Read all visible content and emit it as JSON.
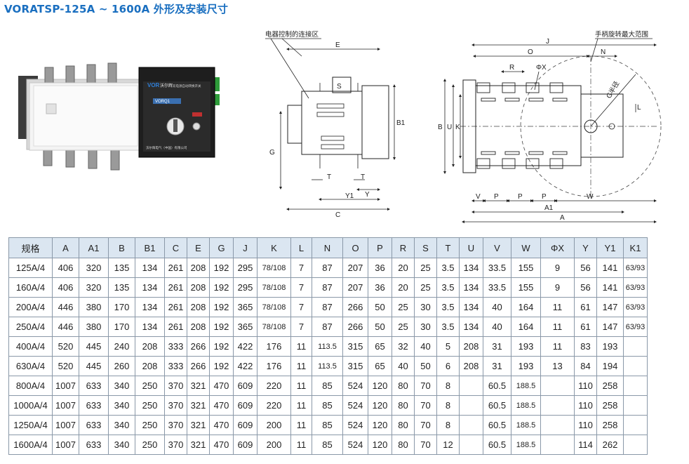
{
  "title": "VORATSP-125A ~ 1600A 外形及安装尺寸",
  "photo": {
    "brand": "VOR",
    "brand_cn": "沃尔辉",
    "model_text": "VORQ1",
    "panel_text": "双电源自动转换开关",
    "company_text": "沃尔辉电气（中国）有限公司"
  },
  "drawing_left": {
    "annotation": "电器控制的连接区",
    "labels": {
      "E": "E",
      "S": "S",
      "B1": "B1",
      "G": "G",
      "T1": "T",
      "T2": "T",
      "Y": "Y",
      "Y1": "Y1",
      "C": "C"
    }
  },
  "drawing_right": {
    "annotation": "手柄旋转最大范围",
    "labels": {
      "J": "J",
      "O": "O",
      "N": "N",
      "R": "R",
      "PhiX": "ΦX",
      "Gradius": "G半径",
      "L": "L",
      "B": "B",
      "U": "U",
      "K": "K",
      "V": "V",
      "P1": "P",
      "P2": "P",
      "P3": "P",
      "W": "W",
      "A1": "A1",
      "A": "A"
    }
  },
  "table": {
    "headers": [
      "规格",
      "A",
      "A1",
      "B",
      "B1",
      "C",
      "E",
      "G",
      "J",
      "K",
      "L",
      "N",
      "O",
      "P",
      "R",
      "S",
      "T",
      "U",
      "V",
      "W",
      "ΦX",
      "Y",
      "Y1",
      "K1"
    ],
    "rows": [
      [
        "125A/4",
        "406",
        "320",
        "135",
        "134",
        "261",
        "208",
        "192",
        "295",
        "78/108",
        "7",
        "87",
        "207",
        "36",
        "20",
        "25",
        "3.5",
        "134",
        "33.5",
        "155",
        "9",
        "56",
        "141",
        "63/93"
      ],
      [
        "160A/4",
        "406",
        "320",
        "135",
        "134",
        "261",
        "208",
        "192",
        "295",
        "78/108",
        "7",
        "87",
        "207",
        "36",
        "20",
        "25",
        "3.5",
        "134",
        "33.5",
        "155",
        "9",
        "56",
        "141",
        "63/93"
      ],
      [
        "200A/4",
        "446",
        "380",
        "170",
        "134",
        "261",
        "208",
        "192",
        "365",
        "78/108",
        "7",
        "87",
        "266",
        "50",
        "25",
        "30",
        "3.5",
        "134",
        "40",
        "164",
        "11",
        "61",
        "147",
        "63/93"
      ],
      [
        "250A/4",
        "446",
        "380",
        "170",
        "134",
        "261",
        "208",
        "192",
        "365",
        "78/108",
        "7",
        "87",
        "266",
        "50",
        "25",
        "30",
        "3.5",
        "134",
        "40",
        "164",
        "11",
        "61",
        "147",
        "63/93"
      ],
      [
        "400A/4",
        "520",
        "445",
        "240",
        "208",
        "333",
        "266",
        "192",
        "422",
        "176",
        "11",
        "113.5",
        "315",
        "65",
        "32",
        "40",
        "5",
        "208",
        "31",
        "193",
        "11",
        "83",
        "193",
        ""
      ],
      [
        "630A/4",
        "520",
        "445",
        "260",
        "208",
        "333",
        "266",
        "192",
        "422",
        "176",
        "11",
        "113.5",
        "315",
        "65",
        "40",
        "50",
        "6",
        "208",
        "31",
        "193",
        "13",
        "84",
        "194",
        ""
      ],
      [
        "800A/4",
        "1007",
        "633",
        "340",
        "250",
        "370",
        "321",
        "470",
        "609",
        "220",
        "11",
        "85",
        "524",
        "120",
        "80",
        "70",
        "8",
        "",
        "60.5",
        "188.5",
        "",
        "110",
        "258",
        ""
      ],
      [
        "1000A/4",
        "1007",
        "633",
        "340",
        "250",
        "370",
        "321",
        "470",
        "609",
        "220",
        "11",
        "85",
        "524",
        "120",
        "80",
        "70",
        "8",
        "",
        "60.5",
        "188.5",
        "",
        "110",
        "258",
        ""
      ],
      [
        "1250A/4",
        "1007",
        "633",
        "340",
        "250",
        "370",
        "321",
        "470",
        "609",
        "200",
        "11",
        "85",
        "524",
        "120",
        "80",
        "70",
        "8",
        "",
        "60.5",
        "188.5",
        "",
        "110",
        "258",
        ""
      ],
      [
        "1600A/4",
        "1007",
        "633",
        "340",
        "250",
        "370",
        "321",
        "470",
        "609",
        "200",
        "11",
        "85",
        "524",
        "120",
        "80",
        "70",
        "12",
        "",
        "60.5",
        "188.5",
        "",
        "114",
        "262",
        ""
      ]
    ]
  }
}
